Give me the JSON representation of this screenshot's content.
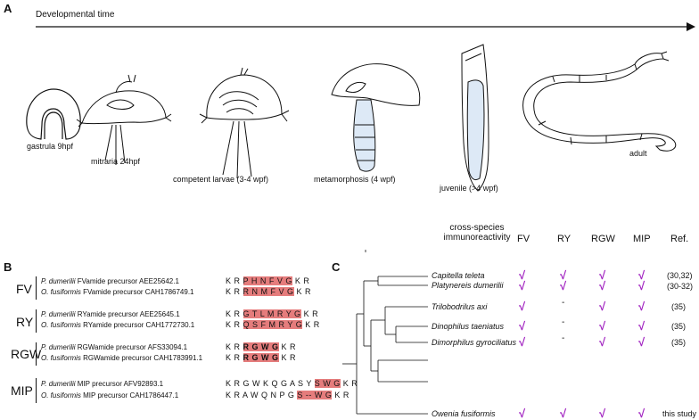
{
  "panelA": {
    "letter": "A",
    "timeline_label": "Developmental time",
    "stages": [
      {
        "label": "gastrula 9hpf"
      },
      {
        "label": "mitraria 24hpf"
      },
      {
        "label": "competent larvae (3-4 wpf)"
      },
      {
        "label": "metamorphosis (4 wpf)"
      },
      {
        "label": "juvenile (>4 wpf)"
      },
      {
        "label": "adult"
      }
    ]
  },
  "panelB": {
    "letter": "B",
    "groups": [
      {
        "name": "FV",
        "rows": [
          {
            "species": "P. dumerilii",
            "desc": "FVamide  precursor AEE25642.1",
            "pre": "K R",
            "hl": "P H N F V G",
            "post": "K R"
          },
          {
            "species": "O. fusiformis",
            "desc": "FVamide precursor CAH1786749.1",
            "pre": "K R",
            "hl": "R N M F V G",
            "post": "K R"
          }
        ]
      },
      {
        "name": "RY",
        "rows": [
          {
            "species": "P. dumerilii",
            "desc": "RYamide  precursor AEE25645.1",
            "pre": "K R",
            "hl": "G T L M R Y G",
            "post": "K R"
          },
          {
            "species": "O. fusiformis",
            "desc": "RYamide precursor CAH1772730.1",
            "pre": "K R",
            "hl": "Q S F M R Y G",
            "post": "K R"
          }
        ]
      },
      {
        "name": "RGW",
        "rows": [
          {
            "species": "P. dumerilii",
            "desc": "RGWamide  precursor AFS33094.1",
            "pre": "K R",
            "hl": "R G W G",
            "post": "K R"
          },
          {
            "species": "O. fusiformis",
            "desc": "RGWamide precursor CAH1783991.1",
            "pre": "K R",
            "hl": "R G W G",
            "post": "K R"
          }
        ]
      },
      {
        "name": "MIP",
        "rows": [
          {
            "species": "P. dumerilii",
            "desc": "MIP  precursor AFV92893.1",
            "pre": "K R G W K Q G A S Y",
            "hl": "S W G",
            "post": "K R"
          },
          {
            "species": "O. fusiformis",
            "desc": "MIP  precursor CAH1786447.1",
            "pre": "K R A W Q N P G",
            "hl": "S -- W G",
            "post": "K R"
          }
        ]
      }
    ]
  },
  "panelC": {
    "letter": "C",
    "header_line1": "cross-species",
    "header_line2": "immunoreactivity",
    "columns": [
      "FV",
      "RY",
      "RGW",
      "MIP",
      "Ref."
    ],
    "check_symbol": "√",
    "dash_symbol": "-",
    "colors": {
      "check": "#a020c0",
      "highlight": "#e57c7c"
    },
    "species": [
      {
        "name": "Capitella teleta",
        "marks": [
          "check",
          "check",
          "check",
          "check"
        ],
        "ref": "(30,32)"
      },
      {
        "name": "Platynereis dumerilii",
        "marks": [
          "check",
          "check",
          "check",
          "check"
        ],
        "ref": "(30-32)"
      },
      {
        "name": "Trilobodrilus axi",
        "marks": [
          "check",
          "dash",
          "check",
          "check"
        ],
        "ref": "(35)"
      },
      {
        "name": "Dinophilus taeniatus",
        "marks": [
          "check",
          "dash",
          "check",
          "check"
        ],
        "ref": "(35)"
      },
      {
        "name": "Dimorphilus gyrociliatus",
        "marks": [
          "check",
          "dash",
          "check",
          "check"
        ],
        "ref": "(35)"
      },
      {
        "name": "Owenia fusiformis",
        "marks": [
          "check",
          "check",
          "check",
          "check"
        ],
        "ref": "this study"
      }
    ]
  }
}
